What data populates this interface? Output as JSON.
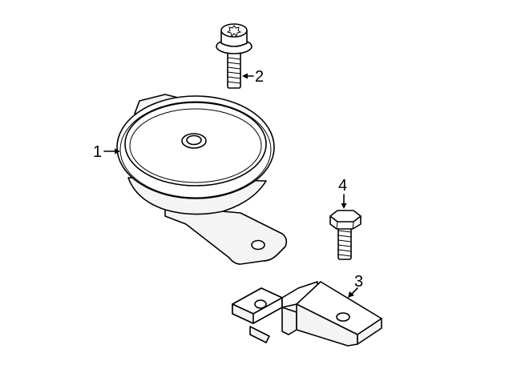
{
  "callouts": [
    {
      "id": "1",
      "label": "1"
    },
    {
      "id": "2",
      "label": "2"
    },
    {
      "id": "3",
      "label": "3"
    },
    {
      "id": "4",
      "label": "4"
    }
  ],
  "icons": [
    "horn-icon",
    "torx-bolt-icon",
    "mounting-bracket-icon",
    "hex-bolt-icon"
  ]
}
